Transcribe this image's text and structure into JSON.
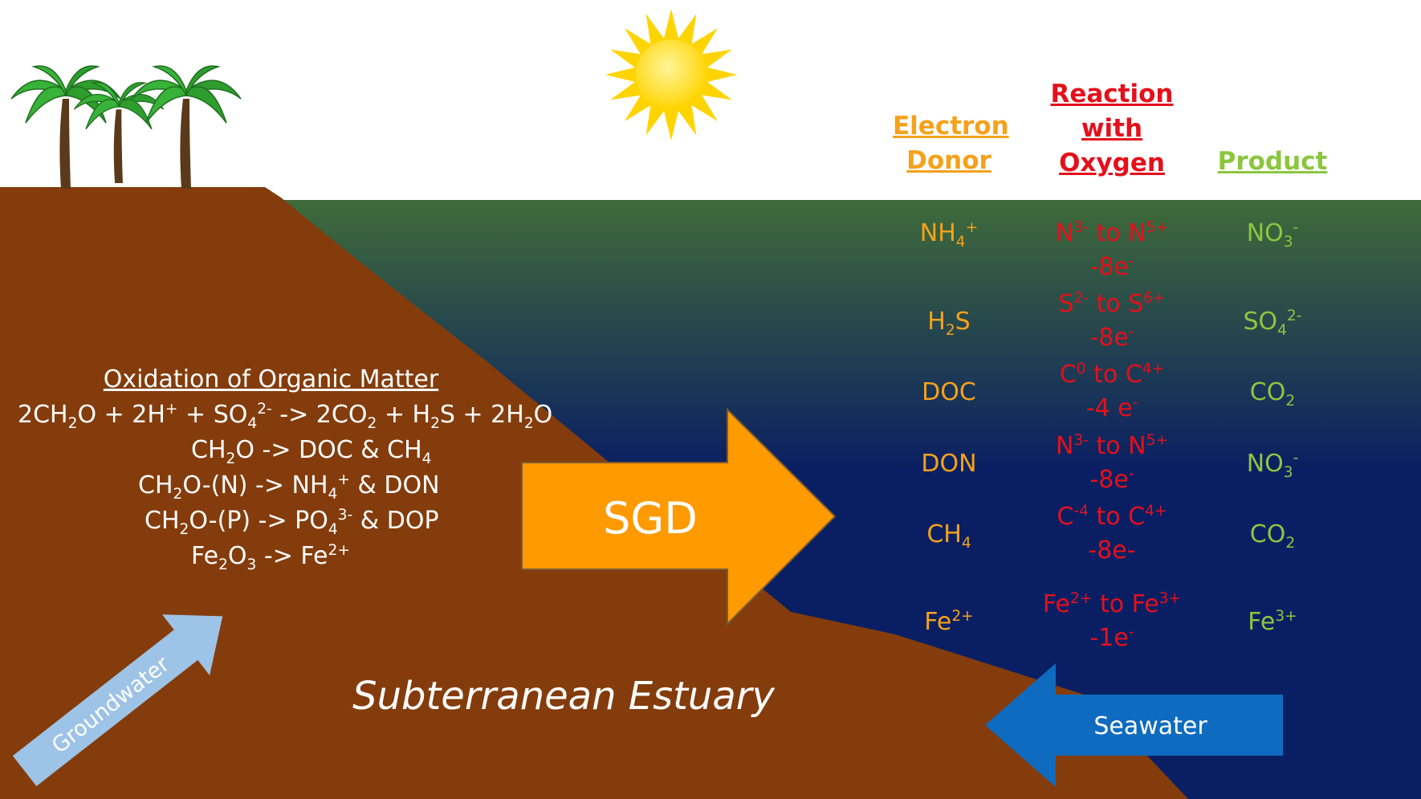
{
  "colors": {
    "sky": "#ffffff",
    "sea_top": "#3f6b3a",
    "sea_bottom": "#0a1f63",
    "land": "#843c0c",
    "sgd_arrow": "#ff9a00",
    "seawater_arrow": "#0e6bbf",
    "groundwater_arrow": "#9dc3e6",
    "sun": "#ffd400",
    "donor": "#f5a11a",
    "reaction": "#e4101b",
    "product": "#8cc63f"
  },
  "icons": [
    "sun-icon",
    "palm-tree-icon"
  ],
  "headers": {
    "donor": [
      "Electron",
      "Donor"
    ],
    "reaction": [
      "Reaction",
      "with",
      "Oxygen"
    ],
    "product": "Product"
  },
  "rows": [
    {
      "donor": [
        [
          "NH",
          ""
        ],
        [
          "4",
          "sub"
        ],
        [
          "+",
          "sup"
        ]
      ],
      "reaction1": [
        [
          "N",
          ""
        ],
        [
          "3-",
          "sup"
        ],
        [
          " to N",
          ""
        ],
        [
          "5+",
          "sup"
        ]
      ],
      "reaction2": [
        [
          "-8e",
          ""
        ],
        [
          "-",
          "sup"
        ]
      ],
      "product": [
        [
          "NO",
          ""
        ],
        [
          "3",
          "sub"
        ],
        [
          "-",
          "sup"
        ]
      ]
    },
    {
      "donor": [
        [
          "H",
          ""
        ],
        [
          "2",
          "sub"
        ],
        [
          "S",
          ""
        ]
      ],
      "reaction1": [
        [
          "S",
          ""
        ],
        [
          "2-",
          "sup"
        ],
        [
          " to S",
          ""
        ],
        [
          "6+",
          "sup"
        ]
      ],
      "reaction2": [
        [
          "-8e",
          ""
        ],
        [
          "-",
          "sup"
        ]
      ],
      "product": [
        [
          "SO",
          ""
        ],
        [
          "4",
          "sub"
        ],
        [
          "2-",
          "sup"
        ]
      ]
    },
    {
      "donor": [
        [
          "DOC",
          ""
        ]
      ],
      "reaction1": [
        [
          "C",
          ""
        ],
        [
          "0",
          "sup"
        ],
        [
          " to C",
          ""
        ],
        [
          "4+",
          "sup"
        ]
      ],
      "reaction2": [
        [
          "-4 e",
          ""
        ],
        [
          "-",
          "sup"
        ]
      ],
      "product": [
        [
          "CO",
          ""
        ],
        [
          "2",
          "sub"
        ]
      ]
    },
    {
      "donor": [
        [
          "DON",
          ""
        ]
      ],
      "reaction1": [
        [
          "N",
          ""
        ],
        [
          "3-",
          "sup"
        ],
        [
          " to N",
          ""
        ],
        [
          "5+",
          "sup"
        ]
      ],
      "reaction2": [
        [
          "-8e",
          ""
        ],
        [
          "-",
          "sup"
        ]
      ],
      "product": [
        [
          "NO",
          ""
        ],
        [
          "3",
          "sub"
        ],
        [
          "-",
          "sup"
        ]
      ]
    },
    {
      "donor": [
        [
          "CH",
          ""
        ],
        [
          "4",
          "sub"
        ]
      ],
      "reaction1": [
        [
          "C",
          ""
        ],
        [
          "-4",
          "sup"
        ],
        [
          " to C",
          ""
        ],
        [
          "4+",
          "sup"
        ]
      ],
      "reaction2": [
        [
          "-8e-",
          ""
        ]
      ],
      "product": [
        [
          "CO",
          ""
        ],
        [
          "2",
          "sub"
        ]
      ]
    },
    {
      "donor": [
        [
          "Fe",
          ""
        ],
        [
          "2+",
          "sup"
        ]
      ],
      "reaction1": [
        [
          "Fe",
          ""
        ],
        [
          "2+",
          "sup"
        ],
        [
          " to Fe",
          ""
        ],
        [
          "3+",
          "sup"
        ]
      ],
      "reaction2": [
        [
          "-1e",
          ""
        ],
        [
          "-",
          "sup"
        ]
      ],
      "product": [
        [
          "Fe",
          ""
        ],
        [
          "3+",
          "sup"
        ]
      ]
    }
  ],
  "oxidation": {
    "title": "Oxidation of Organic Matter",
    "lines": [
      [
        [
          "2CH",
          ""
        ],
        [
          "2",
          "sub"
        ],
        [
          "O + 2H",
          ""
        ],
        [
          "+",
          "sup"
        ],
        [
          " + SO",
          ""
        ],
        [
          "4",
          "sub"
        ],
        [
          "2-",
          "sup"
        ],
        [
          " -> 2CO",
          ""
        ],
        [
          "2",
          "sub"
        ],
        [
          " + H",
          ""
        ],
        [
          "2",
          "sub"
        ],
        [
          "S + 2H",
          ""
        ],
        [
          "2",
          "sub"
        ],
        [
          "O",
          ""
        ]
      ],
      [
        [
          "CH",
          ""
        ],
        [
          "2",
          "sub"
        ],
        [
          "O -> DOC & CH",
          ""
        ],
        [
          "4",
          "sub"
        ]
      ],
      [
        [
          "CH",
          ""
        ],
        [
          "2",
          "sub"
        ],
        [
          "O-(N)  -> NH",
          ""
        ],
        [
          "4",
          "sub"
        ],
        [
          "+",
          "sup"
        ],
        [
          " & DON",
          ""
        ]
      ],
      [
        [
          "CH",
          ""
        ],
        [
          "2",
          "sub"
        ],
        [
          "O-(P)  -> PO",
          ""
        ],
        [
          "4",
          "sub"
        ],
        [
          "3-",
          "sup"
        ],
        [
          " & DOP",
          ""
        ]
      ],
      [
        [
          "Fe",
          ""
        ],
        [
          "2",
          "sub"
        ],
        [
          "O",
          ""
        ],
        [
          "3",
          "sub"
        ],
        [
          " -> Fe",
          ""
        ],
        [
          "2+",
          "sup"
        ]
      ]
    ]
  },
  "labels": {
    "sgd": "SGD",
    "seawater": "Seawater",
    "groundwater": "Groundwater",
    "estuary": "Subterranean Estuary"
  }
}
